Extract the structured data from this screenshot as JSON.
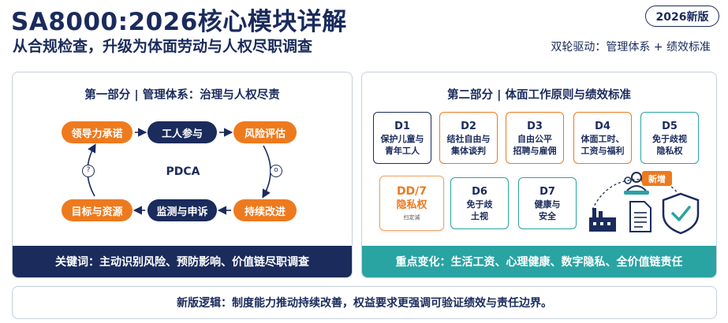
{
  "header": {
    "title": "SA8000:2026核心模块详解",
    "subtitle": "从合规检查，升级为体面劳动与人权尽职调查",
    "version_badge": "2026新版",
    "drive_label": "双轮驱动：管理体系 + 绩效标准"
  },
  "left_panel": {
    "title": "第一部分 | 管理体系：治理与人权尽责",
    "pdca_label": "PDCA",
    "nodes": {
      "leadership": "领导力承诺",
      "worker_participation": "工人参与",
      "risk_assessment": "风险评估",
      "goals_resources": "目标与资源",
      "monitoring_grievance": "监测与申诉",
      "continuous_improvement": "持续改进"
    },
    "footer": "关键词：主动识别风险、预防影响、价值链尽职调查"
  },
  "right_panel": {
    "title": "第二部分 | 体面工作原则与绩效标准",
    "cards": [
      {
        "code": "D1",
        "name_line1": "保护儿童与",
        "name_line2": "青年工人"
      },
      {
        "code": "D2",
        "name_line1": "结社自由与",
        "name_line2": "集体谈判"
      },
      {
        "code": "D3",
        "name_line1": "自由公平",
        "name_line2": "招聘与雇佣"
      },
      {
        "code": "D4",
        "name_line1": "体面工时、",
        "name_line2": "工资与福利"
      },
      {
        "code": "D5",
        "name_line1": "免于歧视",
        "name_line2": "隐私权"
      },
      {
        "code": "D6",
        "name_line1": "免于歧",
        "name_line2": "土视"
      },
      {
        "code": "D7",
        "name_line1": "健康与",
        "name_line2": "安全"
      }
    ],
    "dd7_card": {
      "code": "DD/7",
      "name": "隐私权",
      "note": "扫定诚"
    },
    "new_badge": "新增",
    "footer": "重点变化：生活工资、心理健康、数字隐私、全价值链责任"
  },
  "bottom_bar": "新版逻辑：制度能力推动持续改善，权益要求更强调可验证绩效与责任边界。",
  "colors": {
    "navy": "#1a2b5c",
    "orange": "#ee7a1e",
    "teal": "#2aa3a3",
    "border_gray": "#c7cfdc"
  }
}
